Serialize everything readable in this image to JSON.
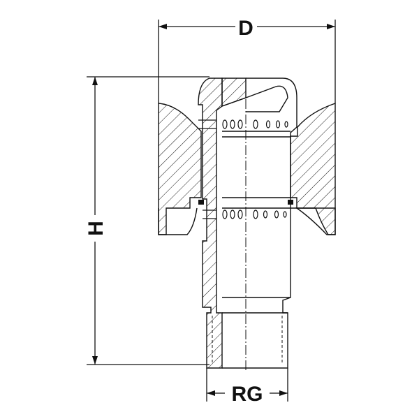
{
  "dimensions": {
    "diameter_label": "D",
    "height_label": "H",
    "thread_label": "RG"
  },
  "colors": {
    "line": "#111111",
    "background": "#ffffff"
  }
}
